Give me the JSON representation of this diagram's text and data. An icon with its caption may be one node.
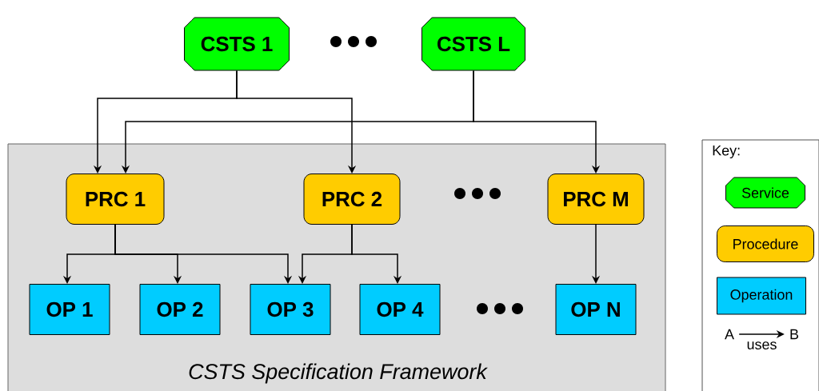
{
  "diagram": {
    "nodes": [
      {
        "text": [
          "CSTS 1"
        ]
      },
      {
        "text": [
          "CSTS L"
        ]
      },
      {
        "text": [
          "CSTS Specification Framework"
        ]
      },
      {
        "text": [
          "PRC 1"
        ],
        "in": 2
      },
      {
        "text": [
          "PRC 2"
        ],
        "in": 2
      },
      {
        "text": [
          "PRC M"
        ],
        "in": 2
      },
      {
        "text": [
          "OP 1"
        ],
        "in": 2
      },
      {
        "text": [
          "OP 2"
        ],
        "in": 2
      },
      {
        "text": [
          "OP 3"
        ],
        "in": 2
      },
      {
        "text": [
          "OP 4"
        ],
        "in": 2
      },
      {
        "text": [
          "OP N"
        ],
        "in": 2
      },
      {
        "text": [
          "Key:"
        ]
      },
      {
        "text": [
          "Service"
        ],
        "in": 11
      },
      {
        "text": [
          "Procedure"
        ],
        "in": 11
      },
      {
        "text": [
          "Operation"
        ],
        "in": 11
      },
      {
        "text": [
          "A"
        ],
        "in": 11
      },
      {
        "text": [
          "B"
        ],
        "in": 11
      }
    ],
    "edges": [
      {
        "from": 0,
        "to": 3,
        "arrow": "to"
      },
      {
        "from": 0,
        "to": 4,
        "arrow": "to"
      },
      {
        "from": 1,
        "to": 3,
        "arrow": "to"
      },
      {
        "from": 1,
        "to": 5,
        "arrow": "to"
      },
      {
        "from": 3,
        "to": 6,
        "arrow": "to"
      },
      {
        "from": 3,
        "to": 7,
        "arrow": "to"
      },
      {
        "from": 3,
        "to": 8,
        "arrow": "to"
      },
      {
        "from": 4,
        "to": 8,
        "arrow": "to"
      },
      {
        "from": 4,
        "to": 9,
        "arrow": "to"
      },
      {
        "from": 5,
        "to": 10,
        "arrow": "to"
      },
      {
        "from": 15,
        "to": 16,
        "arrow": "to",
        "label": "uses"
      }
    ]
  }
}
